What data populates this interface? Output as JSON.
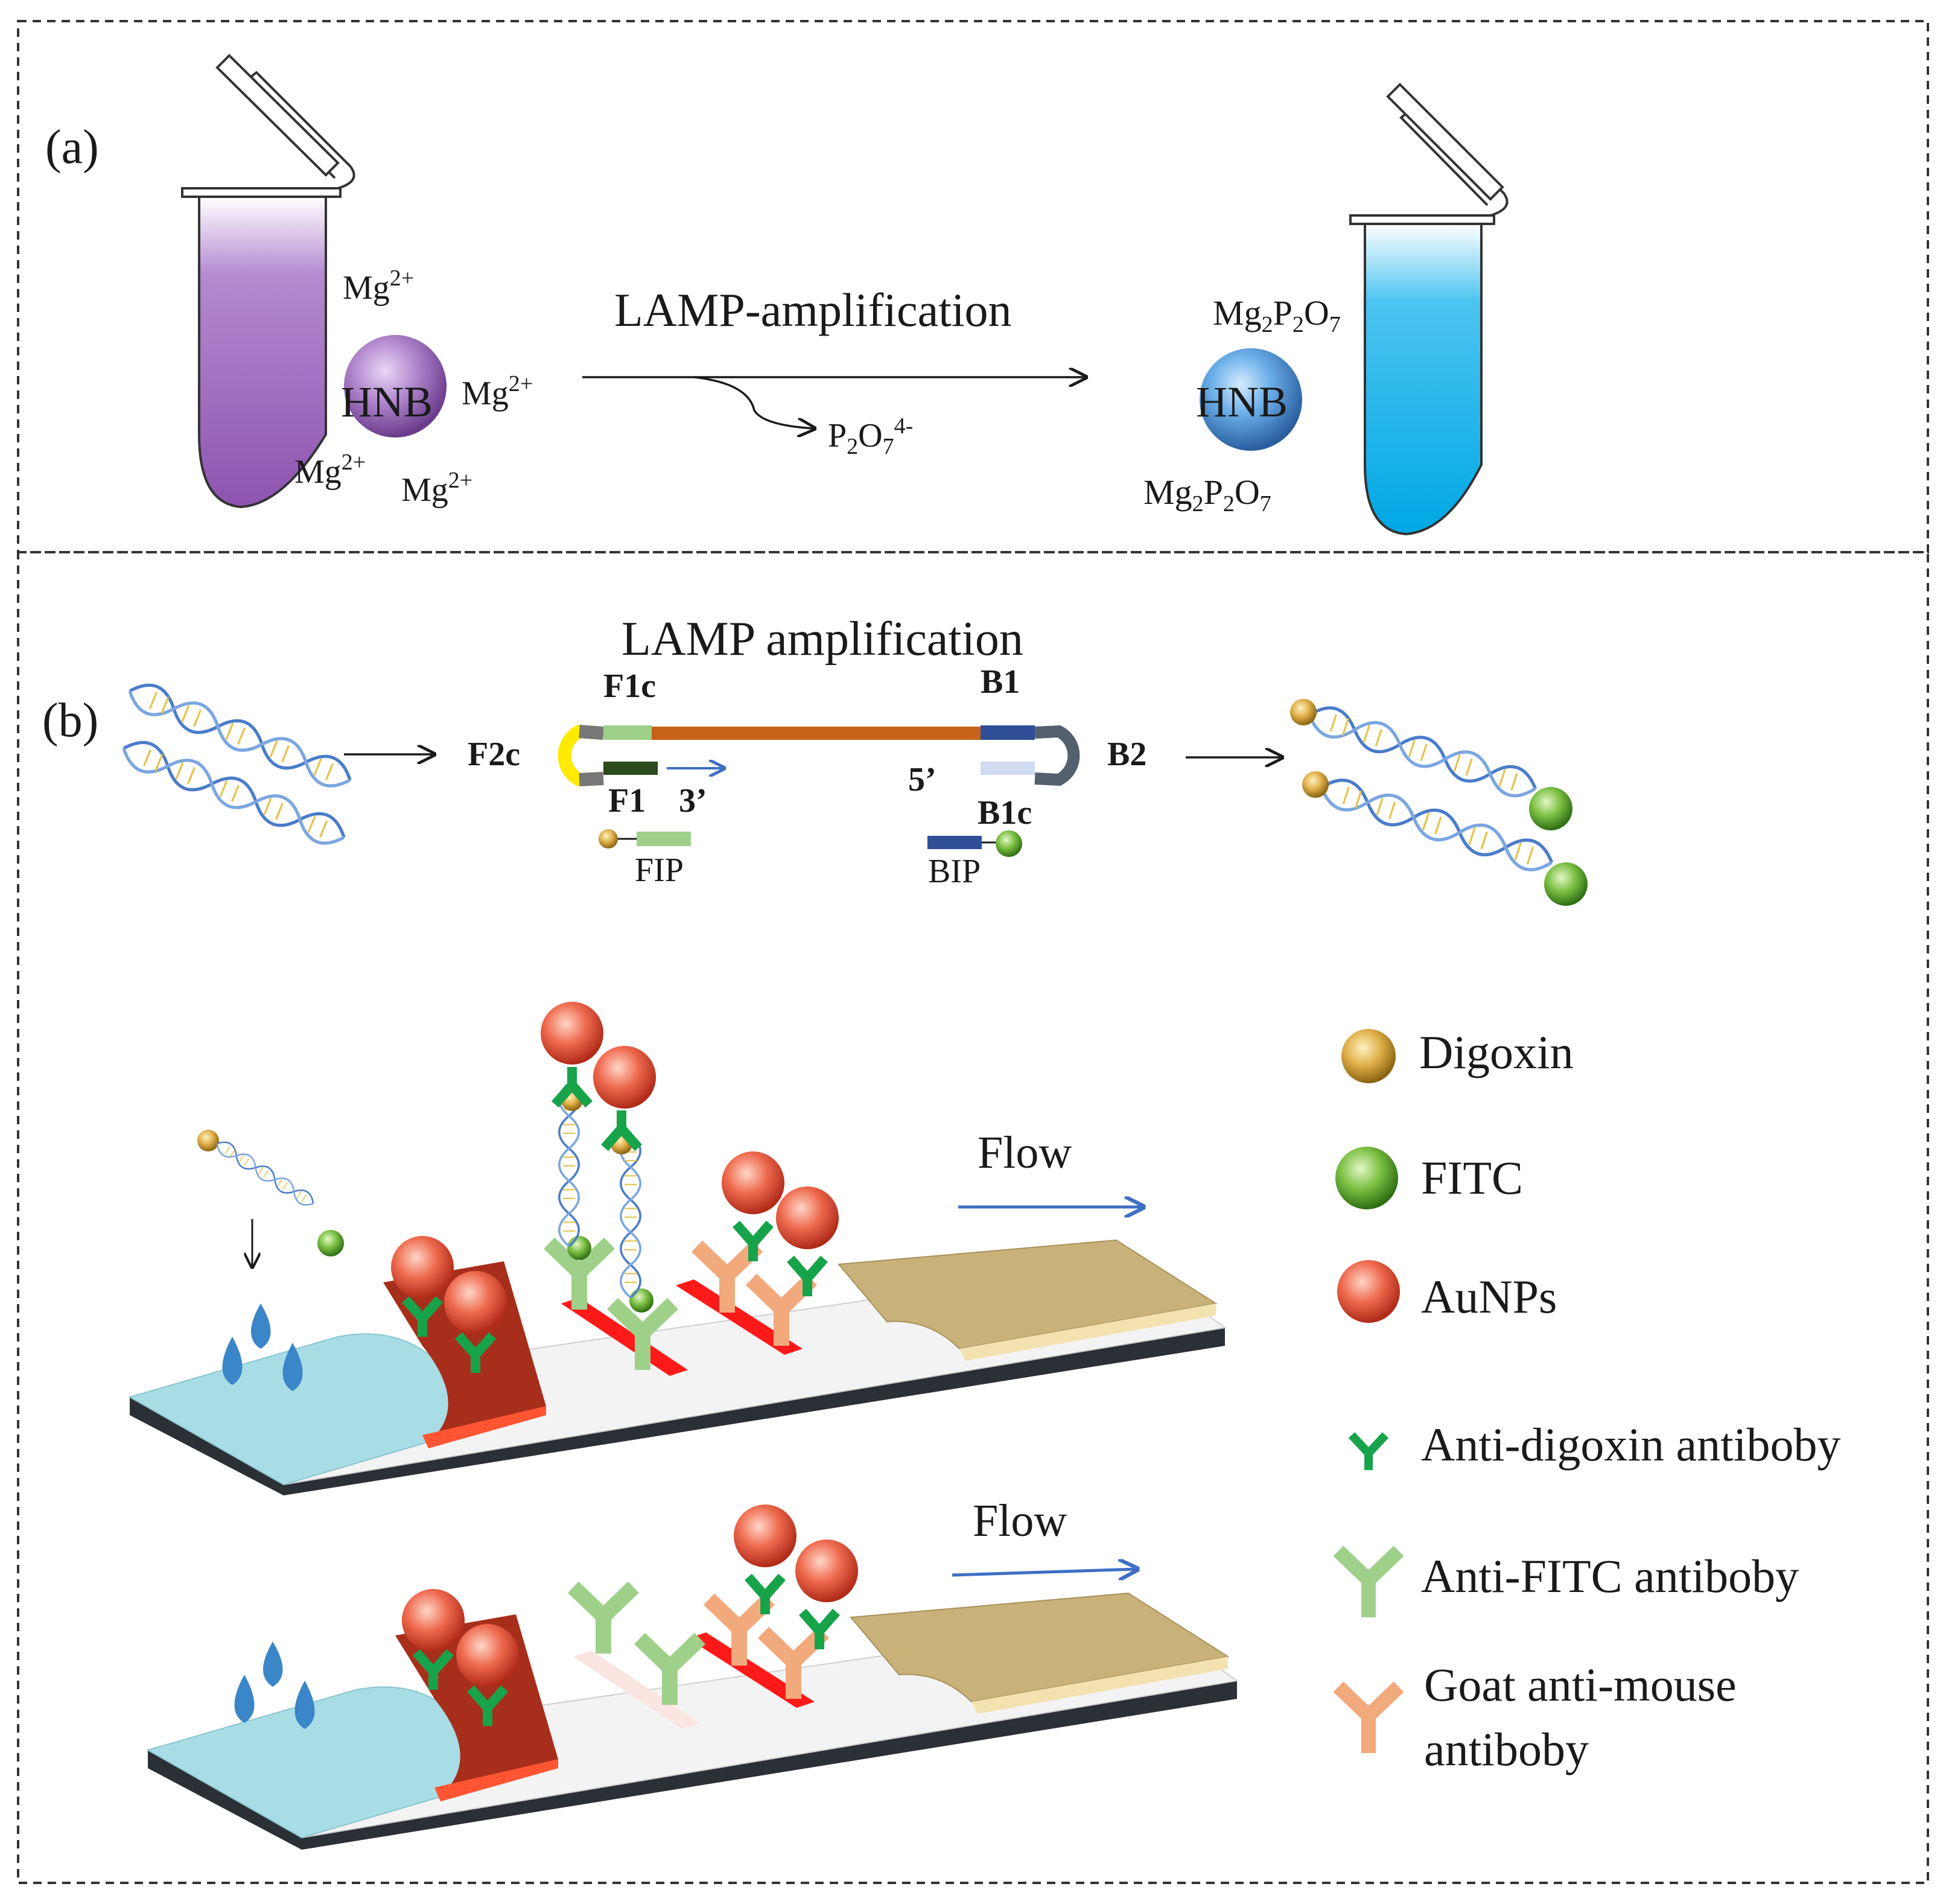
{
  "panel_a": {
    "label": "(a)",
    "mg_ion": {
      "base": "Mg",
      "sup": "2+"
    },
    "hnb_label": "HNB",
    "arrow_label": "LAMP-amplification",
    "byproduct": {
      "p": "P",
      "s1": "2",
      "o": "O",
      "s2": "7",
      "sup": "4-"
    },
    "product": {
      "m": "Mg",
      "s1": "2",
      "p": "P",
      "s2": "2",
      "o": "O",
      "s3": "7"
    },
    "colors": {
      "purple": "#8e54b0",
      "blue": "#00a8e6"
    }
  },
  "panel_b": {
    "label": "(b)",
    "title": "LAMP amplification",
    "primers": {
      "f1c": "F1c",
      "f2c": "F2c",
      "f1": "F1",
      "three_prime": "3’",
      "fip": "FIP",
      "b1": "B1",
      "b2": "B2",
      "five_prime": "5’",
      "b1c": "B1c",
      "bip": "BIP"
    },
    "flow_labels": [
      "Flow",
      "Flow"
    ],
    "legend": [
      {
        "icon": "digoxin-icon",
        "label": "Digoxin"
      },
      {
        "icon": "fitc-icon",
        "label": "FITC"
      },
      {
        "icon": "aunp-icon",
        "label": "AuNPs"
      },
      {
        "icon": "anti-digoxin-antibody-icon",
        "label": "Anti-digoxin antiboby"
      },
      {
        "icon": "anti-fitc-antibody-icon",
        "label": "Anti-FITC antiboby"
      },
      {
        "icon": "goat-anti-mouse-antibody-icon",
        "label_lines": [
          "Goat anti-mouse",
          "antiboby"
        ]
      }
    ],
    "colors": {
      "digoxin": "#d4a83a",
      "fitc": "#66aa33",
      "aunp": "#e2503a",
      "anti_digoxin": "#17a34a",
      "anti_fitc": "#9fd08a",
      "goat": "#f2a97c",
      "sample_pad": "#a9dde6",
      "conjugate_pad": "#c0392b",
      "absorbent_pad": "#c9b27a",
      "line_red": "#ff1a1a",
      "backing": "#2b2f36",
      "loop_yellow": "#ffea00",
      "loop_gray": "#55606e",
      "strand_orange": "#c8621a",
      "strand_blue": "#2e4f95"
    }
  }
}
